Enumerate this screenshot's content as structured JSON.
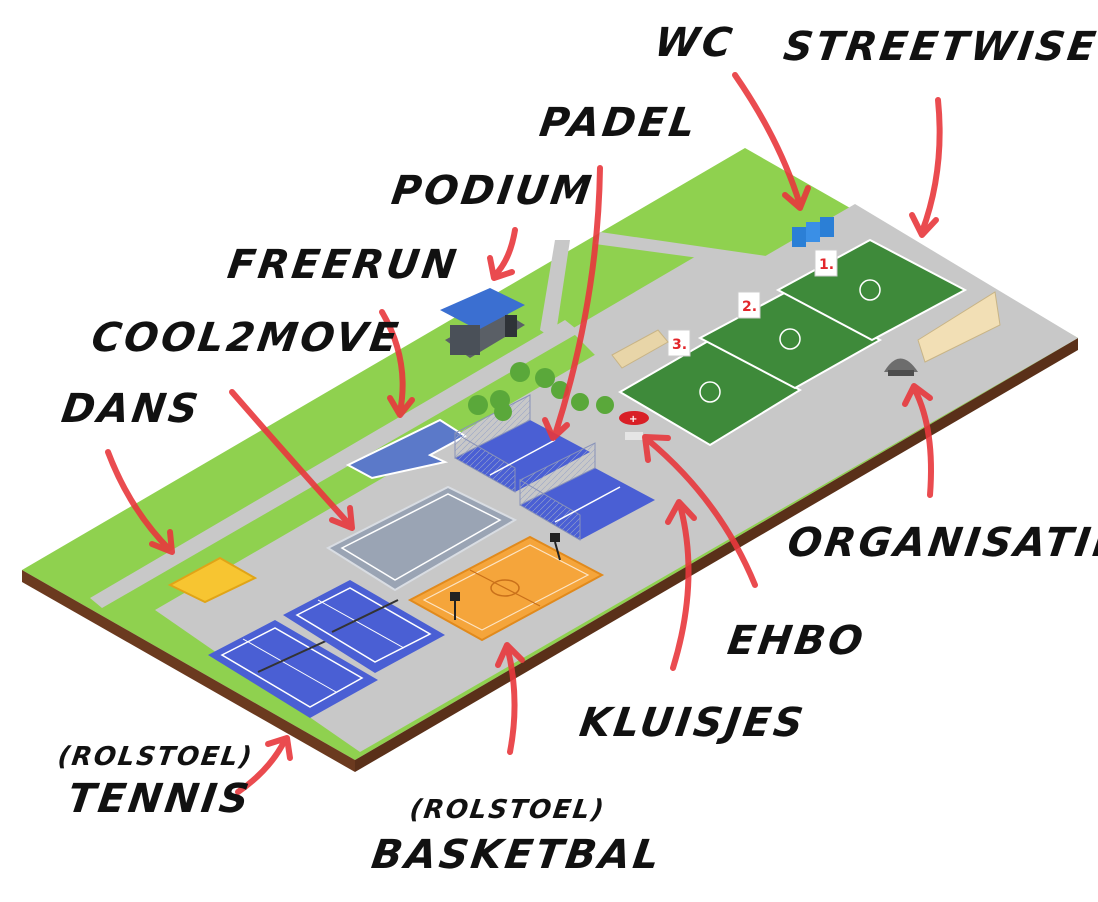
{
  "labels": {
    "wc": "WC",
    "streetwise": "STREETWISE",
    "padel": "PADEL",
    "podium": "PODIUM",
    "freerun": "FREERUN",
    "coolmove": "COOL2MOVE",
    "dans": "DANS",
    "organisatie": "ORGANISATIE",
    "ehbo": "EHBO",
    "kluisjes": "KLUISJES",
    "tennis_prefix": "(ROLSTOEL)",
    "tennis": "TENNIS",
    "basketbal_prefix": "(ROLSTOEL)",
    "basketbal": "BASKETBAL"
  },
  "field_numbers": [
    "1.",
    "2.",
    "3."
  ],
  "colors": {
    "grass": "#8fd14f",
    "path": "#c8c8c8",
    "soil": "#6b3a1f",
    "arrow": "#e8383d",
    "tennis": "#4a5fd4",
    "basket": "#f5a53b",
    "football": "#3e8a3a",
    "dance": "#f7c531",
    "freerun": "#5b79c9",
    "cool2move": "#9aa4b4"
  }
}
